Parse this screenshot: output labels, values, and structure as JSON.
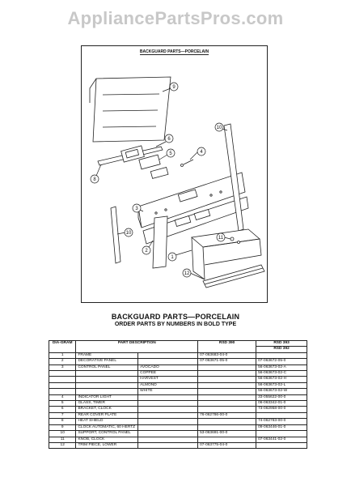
{
  "site_watermark": "AppliancePartsPros.com",
  "diagram": {
    "title": "BACKGUARD PARTS—PORCELAIN",
    "callouts": [
      "9",
      "8",
      "6",
      "5",
      "4",
      "10",
      "3",
      "10",
      "2",
      "1",
      "11",
      "12"
    ]
  },
  "heading": {
    "title": "BACKGUARD PARTS—PORCELAIN",
    "subtitle": "ORDER PARTS BY NUMBERS IN BOLD TYPE"
  },
  "table": {
    "col_diagram": "DIA-GRAM",
    "col_description": "PART DESCRIPTION",
    "col_model_a": "RSD 390",
    "col_model_b": "RSD 393",
    "col_model_c": "RSD 392",
    "rows": [
      {
        "num": "1",
        "desc": "FRAME",
        "variant": "",
        "a": "07-063683-04-0",
        "b": ""
      },
      {
        "num": "2",
        "desc": "DECORATIVE PANEL",
        "variant": "",
        "a": "07-063671-05-0",
        "b": "07-063672-05-0"
      },
      {
        "num": "3",
        "desc": "CONTROL PANEL",
        "variant": "AVOCADO",
        "a": "",
        "b": "56-063673-02-A"
      },
      {
        "num": "",
        "desc": "",
        "variant": "COPPEE",
        "a": "",
        "b": "56-063673-02-C"
      },
      {
        "num": "",
        "desc": "",
        "variant": "HARVEST",
        "a": "",
        "b": "56-063673-02-H"
      },
      {
        "num": "",
        "desc": "",
        "variant": "ALMOND",
        "a": "",
        "b": "56-063673-02-L"
      },
      {
        "num": "",
        "desc": "",
        "variant": "WHITE",
        "a": "",
        "b": "56-063673-02-W"
      },
      {
        "num": "4",
        "desc": "INDICATOR LIGHT",
        "variant": "",
        "a": "",
        "b": "33-055622-00-0"
      },
      {
        "num": "5",
        "desc": "GLASS, TIMER",
        "variant": "",
        "a": "",
        "b": "06-063342-01-0"
      },
      {
        "num": "6",
        "desc": "BRACKET, CLOCK",
        "variant": "",
        "a": "",
        "b": "73-062958-00-0"
      },
      {
        "num": "7",
        "desc": "REAR COVER PLATE",
        "variant": "",
        "a": "76-062786-00-0",
        "b": ""
      },
      {
        "num": "8",
        "desc": "HEAT SHIELD",
        "variant": "",
        "a": "",
        "b": "74-062783-00-0"
      },
      {
        "num": "9",
        "desc": "CLOCK AUTOMATIC, 60 HERTZ",
        "variant": "",
        "a": "",
        "b": "09-063446-01-0"
      },
      {
        "num": "10",
        "desc": "SUPPORT, CONTROL PANEL",
        "variant": "",
        "a": "53-063691-00-0",
        "b": ""
      },
      {
        "num": "11",
        "desc": "KNOB, CLOCK",
        "variant": "",
        "a": "",
        "b": "07-063441-02-0"
      },
      {
        "num": "12",
        "desc": "TRIM PIECE, LOWER",
        "variant": "",
        "a": "07-063775-04-0",
        "b": ""
      }
    ]
  }
}
